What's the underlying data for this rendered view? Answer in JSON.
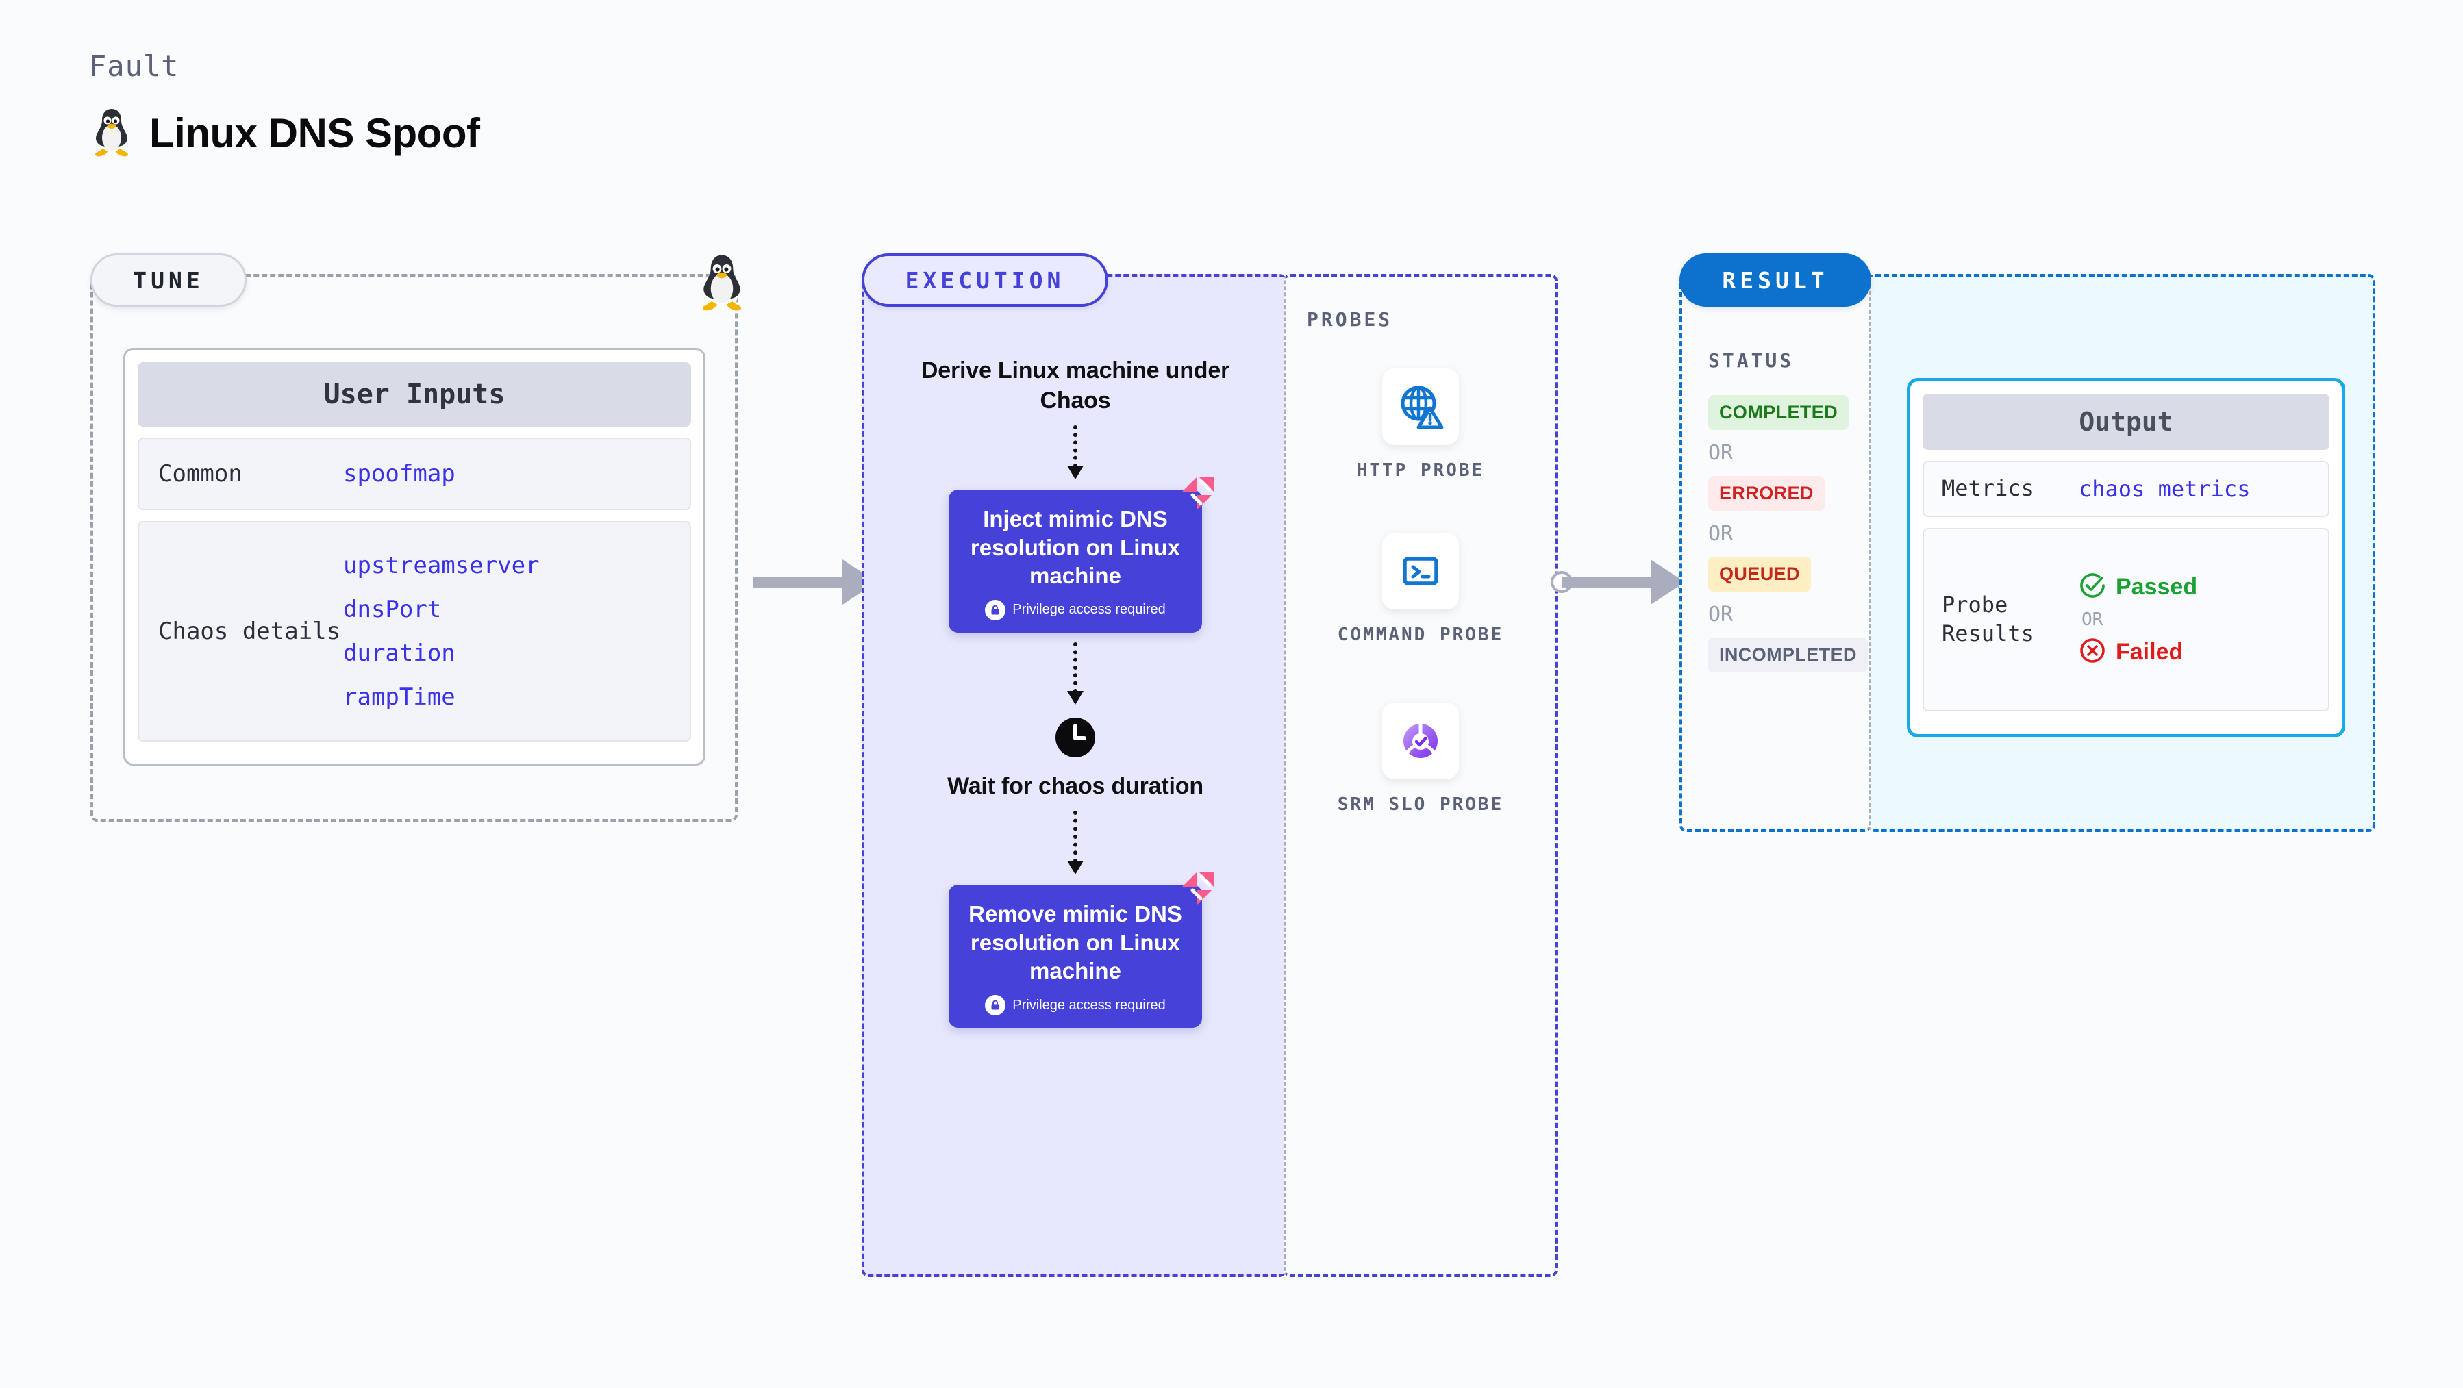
{
  "header": {
    "kicker": "Fault",
    "title": "Linux DNS Spoof",
    "logo_icon": "linux-penguin-icon"
  },
  "tune": {
    "label": "TUNE",
    "penguin_icon": "linux-penguin-icon",
    "panel_title": "User Inputs",
    "rows": [
      {
        "key": "Common",
        "values": [
          "spoofmap"
        ]
      },
      {
        "key": "Chaos details",
        "values": [
          "upstreamserver",
          "dnsPort",
          "duration",
          "rampTime"
        ]
      }
    ]
  },
  "execution": {
    "label": "EXECUTION",
    "steps": [
      {
        "type": "text",
        "title": "Derive Linux machine under Chaos"
      },
      {
        "type": "action",
        "title": "Inject mimic DNS resolution on Linux machine",
        "note": "Privilege access required",
        "note_icon": "lock-icon",
        "flag_icon": "harness-chaos-flag-icon"
      },
      {
        "type": "wait",
        "title": "Wait for chaos duration",
        "icon": "clock-icon"
      },
      {
        "type": "action",
        "title": "Remove mimic DNS resolution on Linux machine",
        "note": "Privilege access required",
        "note_icon": "lock-icon",
        "flag_icon": "harness-chaos-flag-icon"
      }
    ]
  },
  "probes": {
    "label": "PROBES",
    "items": [
      {
        "label": "HTTP PROBE",
        "icon": "globe-warning-icon"
      },
      {
        "label": "COMMAND PROBE",
        "icon": "terminal-icon"
      },
      {
        "label": "SRM SLO PROBE",
        "icon": "slo-donut-check-icon"
      }
    ]
  },
  "result": {
    "label": "RESULT",
    "status_heading": "STATUS",
    "or_label": "OR",
    "statuses": [
      {
        "text": "COMPLETED",
        "style": "chip-completed"
      },
      {
        "text": "ERRORED",
        "style": "chip-errored"
      },
      {
        "text": "QUEUED",
        "style": "chip-queued"
      },
      {
        "text": "INCOMPLETED",
        "style": "chip-incompleted"
      }
    ],
    "output": {
      "title": "Output",
      "metrics_key": "Metrics",
      "metrics_value": "chaos metrics",
      "probe_results_key": "Probe Results",
      "passed": "Passed",
      "failed": "Failed",
      "passed_icon": "check-circle-icon",
      "failed_icon": "x-circle-icon",
      "or_label": "OR"
    }
  },
  "colors": {
    "execution_accent": "#4641d9",
    "result_accent": "#0c72cd",
    "output_border": "#19a9e8",
    "value_text": "#3a31e8",
    "pass": "#1ba233",
    "fail": "#e01b1b"
  }
}
